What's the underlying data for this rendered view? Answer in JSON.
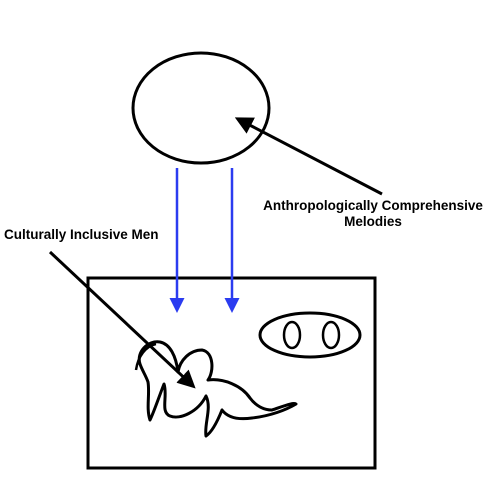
{
  "labels": {
    "melodies": [
      "Anthropologically Comprehensive",
      "Melodies"
    ],
    "men": "Culturally Inclusive Men"
  },
  "colors": {
    "stroke": "#000000",
    "flow_arrow": "#2b3cf0",
    "background": "#ffffff"
  }
}
